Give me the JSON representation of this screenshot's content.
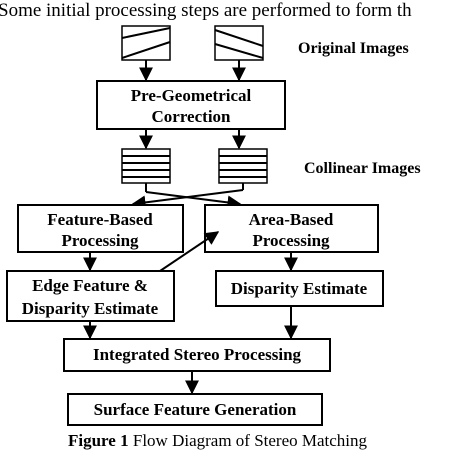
{
  "intro_text": "Some initial processing steps are performed to form th",
  "labels": {
    "original_images": "Original Images",
    "collinear_images": "Collinear Images"
  },
  "nodes": {
    "pre_geometrical": {
      "line1": "Pre-Geometrical",
      "line2": "Correction"
    },
    "feature_based": {
      "line1": "Feature-Based",
      "line2": "Processing"
    },
    "area_based": {
      "line1": "Area-Based",
      "line2": "Processing"
    },
    "edge_feature": {
      "line1": "Edge Feature &",
      "line2": "Disparity Estimate"
    },
    "disparity_estimate": {
      "line1": "Disparity Estimate"
    },
    "integrated_stereo": {
      "line1": "Integrated Stereo Processing"
    },
    "surface_feature": {
      "line1": "Surface Feature Generation"
    }
  },
  "caption": {
    "label": "Figure 1",
    "text": " Flow Diagram of Stereo Matching"
  }
}
